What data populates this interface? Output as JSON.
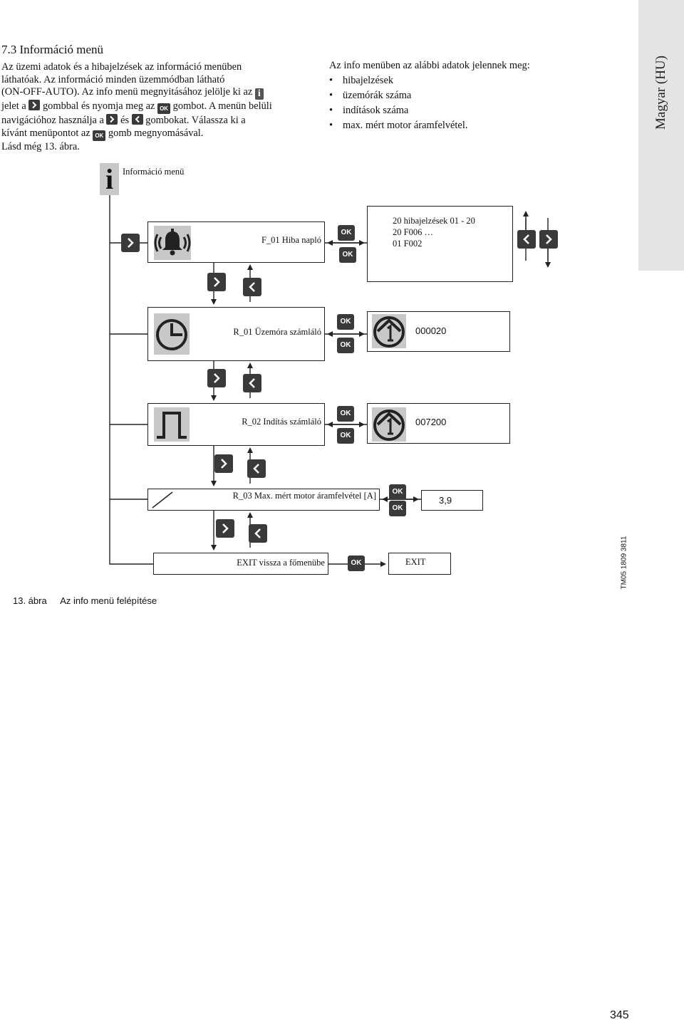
{
  "side_tab": {
    "label": "Magyar (HU)"
  },
  "heading": "7.3 Információ menü",
  "intro": {
    "line1": "Az üzemi adatok és a hibajelzések az információ menüben",
    "line2": "láthatóak. Az információ minden üzemmódban látható",
    "line3": "(ON-OFF-AUTO). Az info menü megnyitásához jelölje ki az",
    "line4a": "jelet a",
    "line4b": "gombbal és nyomja meg az",
    "line4c": "gombot. A menün belüli",
    "line5a": "navigációhoz használja a",
    "line5b": "és",
    "line5c": "gombokat. Válassza ki a",
    "line6a": "kívánt menüpontot az",
    "line6b": "gomb megnyomásával.",
    "line7": "Lásd még 13. ábra.",
    "info_glyph": "i",
    "ok_glyph": "OK"
  },
  "info_list": {
    "title": "Az info menüben az alábbi adatok jelennek meg:",
    "items": [
      "hibajelzések",
      "üzemórák száma",
      "indítások száma",
      "max. mért motor áramfelvétel."
    ]
  },
  "diagram": {
    "root_label": "Információ menü",
    "root_icon": "i",
    "ok_label": "OK",
    "rows": {
      "f01": {
        "label": "F_01 Hiba napló",
        "icon": "bell-alarm-icon",
        "detail": [
          "20 hibajelzések 01 - 20",
          "20 F006 …",
          "01 F002"
        ]
      },
      "r01": {
        "label": "R_01 Üzemóra számláló",
        "icon": "clock-icon",
        "detail_icon": "pump-counter-icon",
        "value": "000020"
      },
      "r02": {
        "label": "R_02 Indítás számláló",
        "icon": "pulse-icon",
        "detail_icon": "pump-counter-icon",
        "value": "007200"
      },
      "r03": {
        "label": "R_03 Max. mért motor áramfelvétel [A]",
        "value": "3,9"
      },
      "exit": {
        "label": "EXIT vissza a főmenübe",
        "value": "EXIT"
      }
    },
    "colors": {
      "button": "#3a3a3a",
      "icon_bg": "#c8c8c8",
      "line": "#222222"
    }
  },
  "caption": {
    "number": "13. ábra",
    "text": "Az info menü felépítése"
  },
  "code": "TM05 1809 3811",
  "page_number": "345"
}
